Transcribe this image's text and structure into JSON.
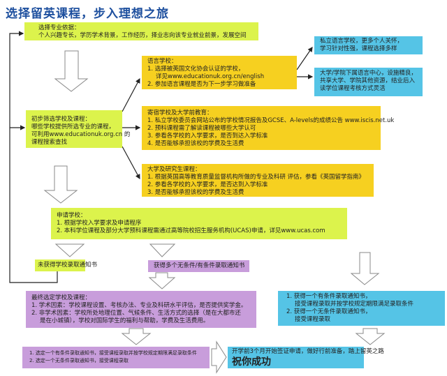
{
  "title": "选择留英课程，步入理想之旅",
  "basis": {
    "heading": "选择专业依据：",
    "line": "个人兴趣专长，学历学术背景，工作经历，择业志向该专业就业前景，发展空间"
  },
  "screening": {
    "lines": [
      "初步筛选学校及课程：",
      "哪些学校提供所选专业的课程，",
      "可利用www.educationuk.org.cn 的",
      "课程搜索查找"
    ]
  },
  "language": {
    "heading": "语言学校：",
    "lines": [
      "1. 选择被英国文化协会认证的学校，",
      "详见www.educationuk.org.cn/english",
      "2. 参加语言课程是否为下一步学习做准备"
    ]
  },
  "private_lang": {
    "lines": [
      "私立语言学校，更多个人关怀，",
      "学习针对性强，课程选择多样"
    ]
  },
  "uni_lang": {
    "lines": [
      "大学/学院下属语言中心，设施精良，",
      "共享大学、学院其他资源，结业后入",
      "读学位课程考核方式灵活"
    ]
  },
  "boarding": {
    "heading": "寄宿学校及大学前教育：",
    "lines": [
      "1.  私立学校委员会网站公布的学校情况报告及GCSE、A-levels的成绩公告 www.iscis.net.uk",
      "2.  预科课程需了解读课程被哪些大学认可",
      "3.  参看各学校的入学要求，是否到达入学标准",
      "4.  是否能够承担该校的学费及生活费"
    ]
  },
  "university": {
    "heading": "大学及研究生课程：",
    "lines": [
      "1.  根据英国高等教育质量监督机构所做的专业及科研 评估，参看《英国留学指南》",
      "2.  参看各学校的入学要求，是否达到入学标准",
      "3.  是否能够承担该校的学费及生活费"
    ]
  },
  "apply": {
    "heading": "申请学校：",
    "lines": [
      "1.  根据学校入学要求及申请程序",
      "2.  本科学位课程及部分大学预科课程需通过高等院校招生服务机构(UCAS)申请，详见www.ucas.com"
    ]
  },
  "no_offer": "未获得学校录取通知书",
  "multi_offer": "获得多个无条件/有条件录取通知书",
  "final_choice": {
    "heading": "最终选定学校及课程：",
    "lines": [
      "1.  学术因素：学校课程设置、考核办法、专业及科研水平评估，是否提供奖学金。",
      "2.  非学术因素：学校所处地理位置、气候条件、生活方式的选择（是在大都市还",
      "是在小城镇），学校对国际学生的福利与帮助，学费及生活费用。"
    ]
  },
  "single_offer": {
    "lines": [
      "1.  获得一个有条件录取通知书，",
      "接受课程录取并按学校规定期限满足录取条件",
      "2.  获得一个无条件录取通知书，",
      "接受课程录取"
    ]
  },
  "select_offer": {
    "lines": [
      "1.  选定一个有条件录取通知书，接受课程录取并按学校规定期限满足录取条件",
      "2.  选定一个无条件录取通知书，接受课程录取"
    ]
  },
  "visa": {
    "line": "开学前3个月开始签证申请，做好行前准备，踏上留英之路",
    "success": "祝你成功"
  },
  "colors": {
    "green": "#dcf34c",
    "yellow": "#f6d020",
    "blue": "#55c4e6",
    "purple": "#c89ddb",
    "title": "#1d4f9e"
  }
}
